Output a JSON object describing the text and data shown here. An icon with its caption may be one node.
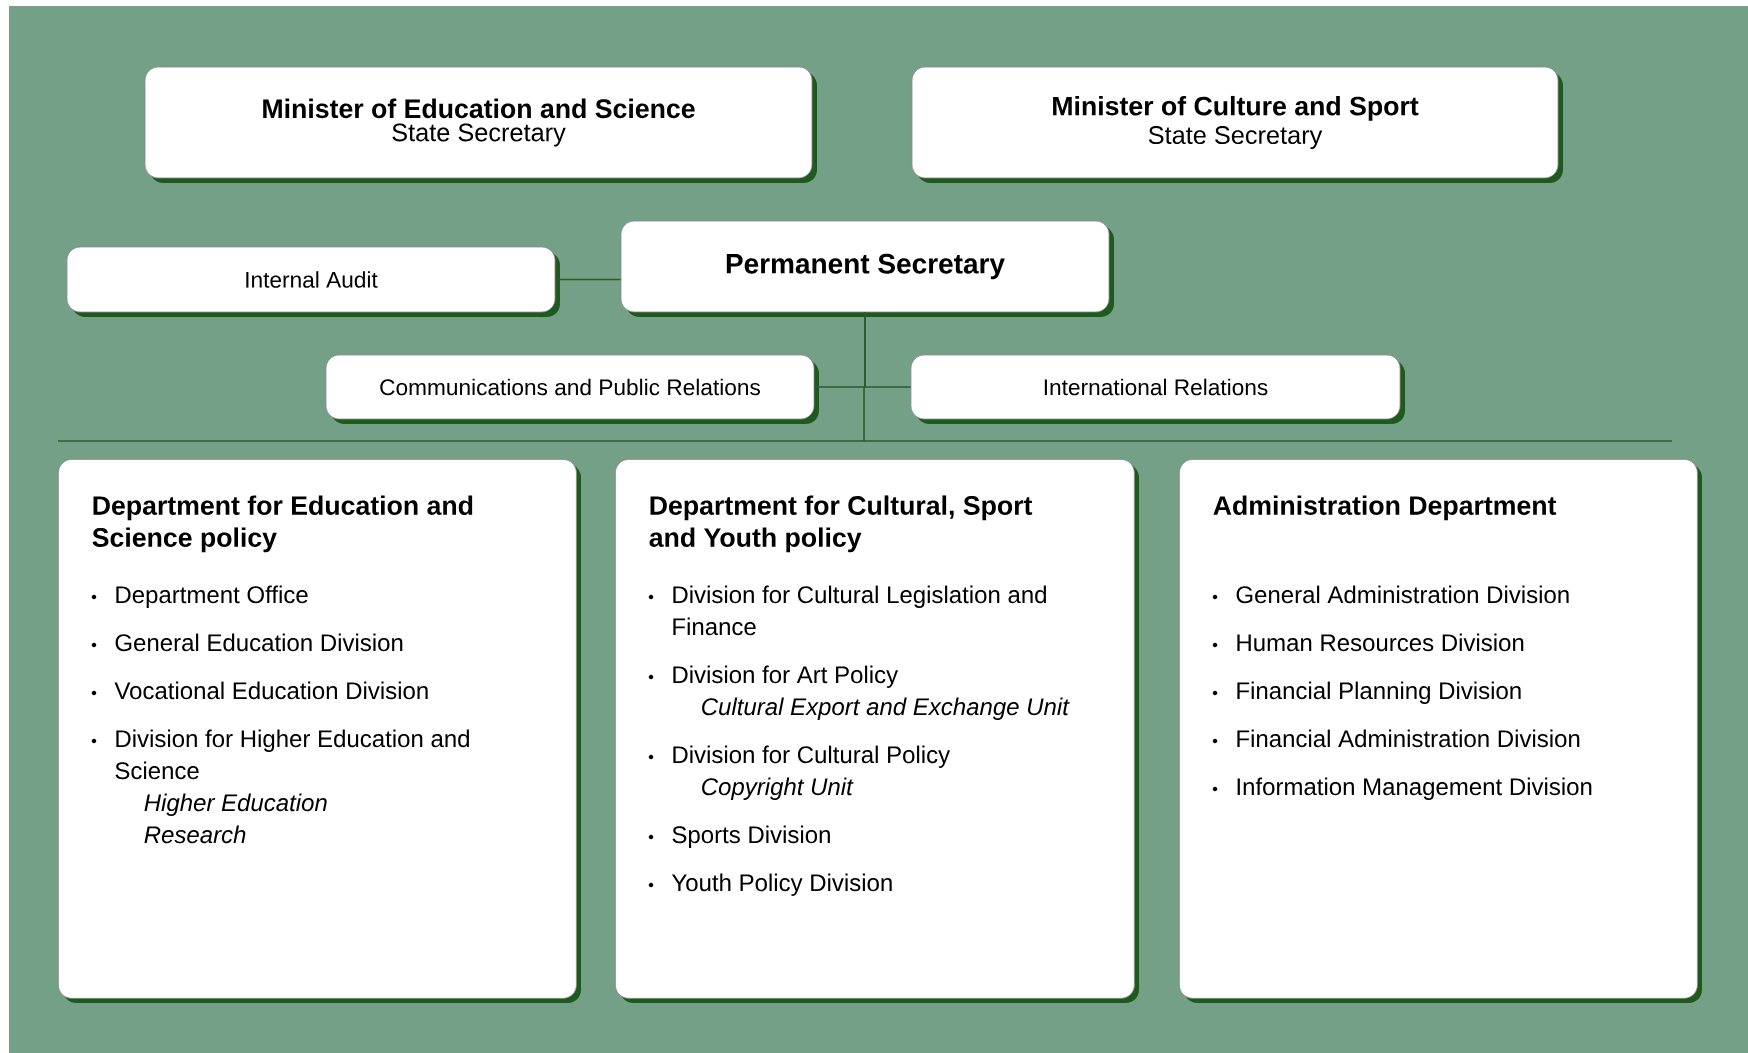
{
  "diagram": {
    "nodes": [
      {
        "text": [
          "Minister of Education and Science",
          "State Secretary"
        ]
      },
      {
        "text": [
          "Minister of Culture and Sport",
          "State Secretary"
        ]
      },
      {
        "text": [
          "Internal Audit"
        ]
      },
      {
        "text": [
          "Permanent Secretary"
        ]
      },
      {
        "text": [
          "Communications and Public Relations"
        ]
      },
      {
        "text": [
          "International Relations"
        ]
      },
      {
        "text": [
          "Department for Education and Science policy",
          "Department Office",
          "General Education Division",
          "Vocational Education Division",
          "Division for Higher Education and Science",
          "Higher Education",
          "Research"
        ]
      },
      {
        "text": [
          "Department for Cultural, Sport and Youth policy",
          "Division for Cultural Legislation and Finance",
          "Division for Art Policy",
          "Cultural Export and Exchange Unit",
          "Division for Cultural Policy",
          "Copyright Unit",
          "Sports Division",
          "Youth Policy Division"
        ]
      },
      {
        "text": [
          "Administration Department",
          "General Administration Division",
          "Human Resources Division",
          "Financial Planning Division",
          "Financial Administration Division",
          "Information Management Division"
        ]
      }
    ],
    "edges": [
      {
        "from": 2,
        "to": 3,
        "arrow": "none"
      },
      {
        "from": 3,
        "to": 4,
        "arrow": "none"
      },
      {
        "from": 3,
        "to": 5,
        "arrow": "none"
      }
    ]
  }
}
